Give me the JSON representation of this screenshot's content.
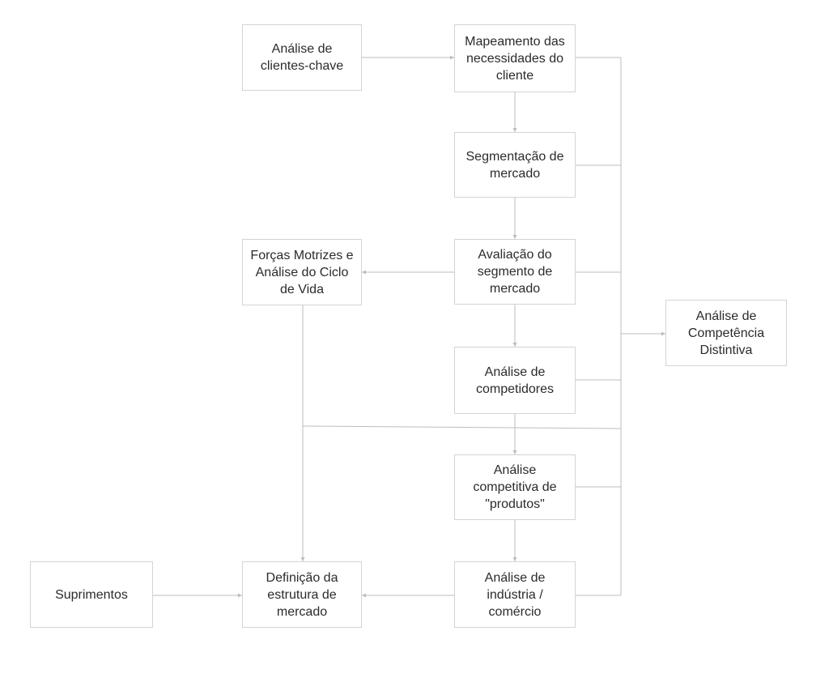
{
  "diagram": {
    "nodes": {
      "key_clients": {
        "lines": [
          "Análise de",
          "clientes-chave"
        ]
      },
      "needs_mapping": {
        "lines": [
          "Mapeamento das",
          "necessidades do",
          "cliente"
        ]
      },
      "segmentation": {
        "lines": [
          "Segmentação de",
          "mercado"
        ]
      },
      "driving_forces": {
        "lines": [
          "Forças Motrizes e",
          "Análise do Ciclo",
          "de Vida"
        ]
      },
      "segment_eval": {
        "lines": [
          "Avaliação do",
          "segmento de",
          "mercado"
        ]
      },
      "competence": {
        "lines": [
          "Análise de",
          "Competência",
          "Distintiva"
        ]
      },
      "competitors": {
        "lines": [
          "Análise de",
          "competidores"
        ]
      },
      "product_analysis": {
        "lines": [
          "Análise",
          "competitiva de",
          "\"produtos\""
        ]
      },
      "supplies": {
        "lines": [
          "Suprimentos"
        ]
      },
      "market_structure": {
        "lines": [
          "Definição da",
          "estrutura de",
          "mercado"
        ]
      },
      "industry": {
        "lines": [
          "Análise de",
          "indústria /",
          "comércio"
        ]
      }
    },
    "colors": {
      "box_border": "#d4d4d4",
      "connector": "#bdbdbd",
      "text": "#2b2b2b"
    }
  }
}
